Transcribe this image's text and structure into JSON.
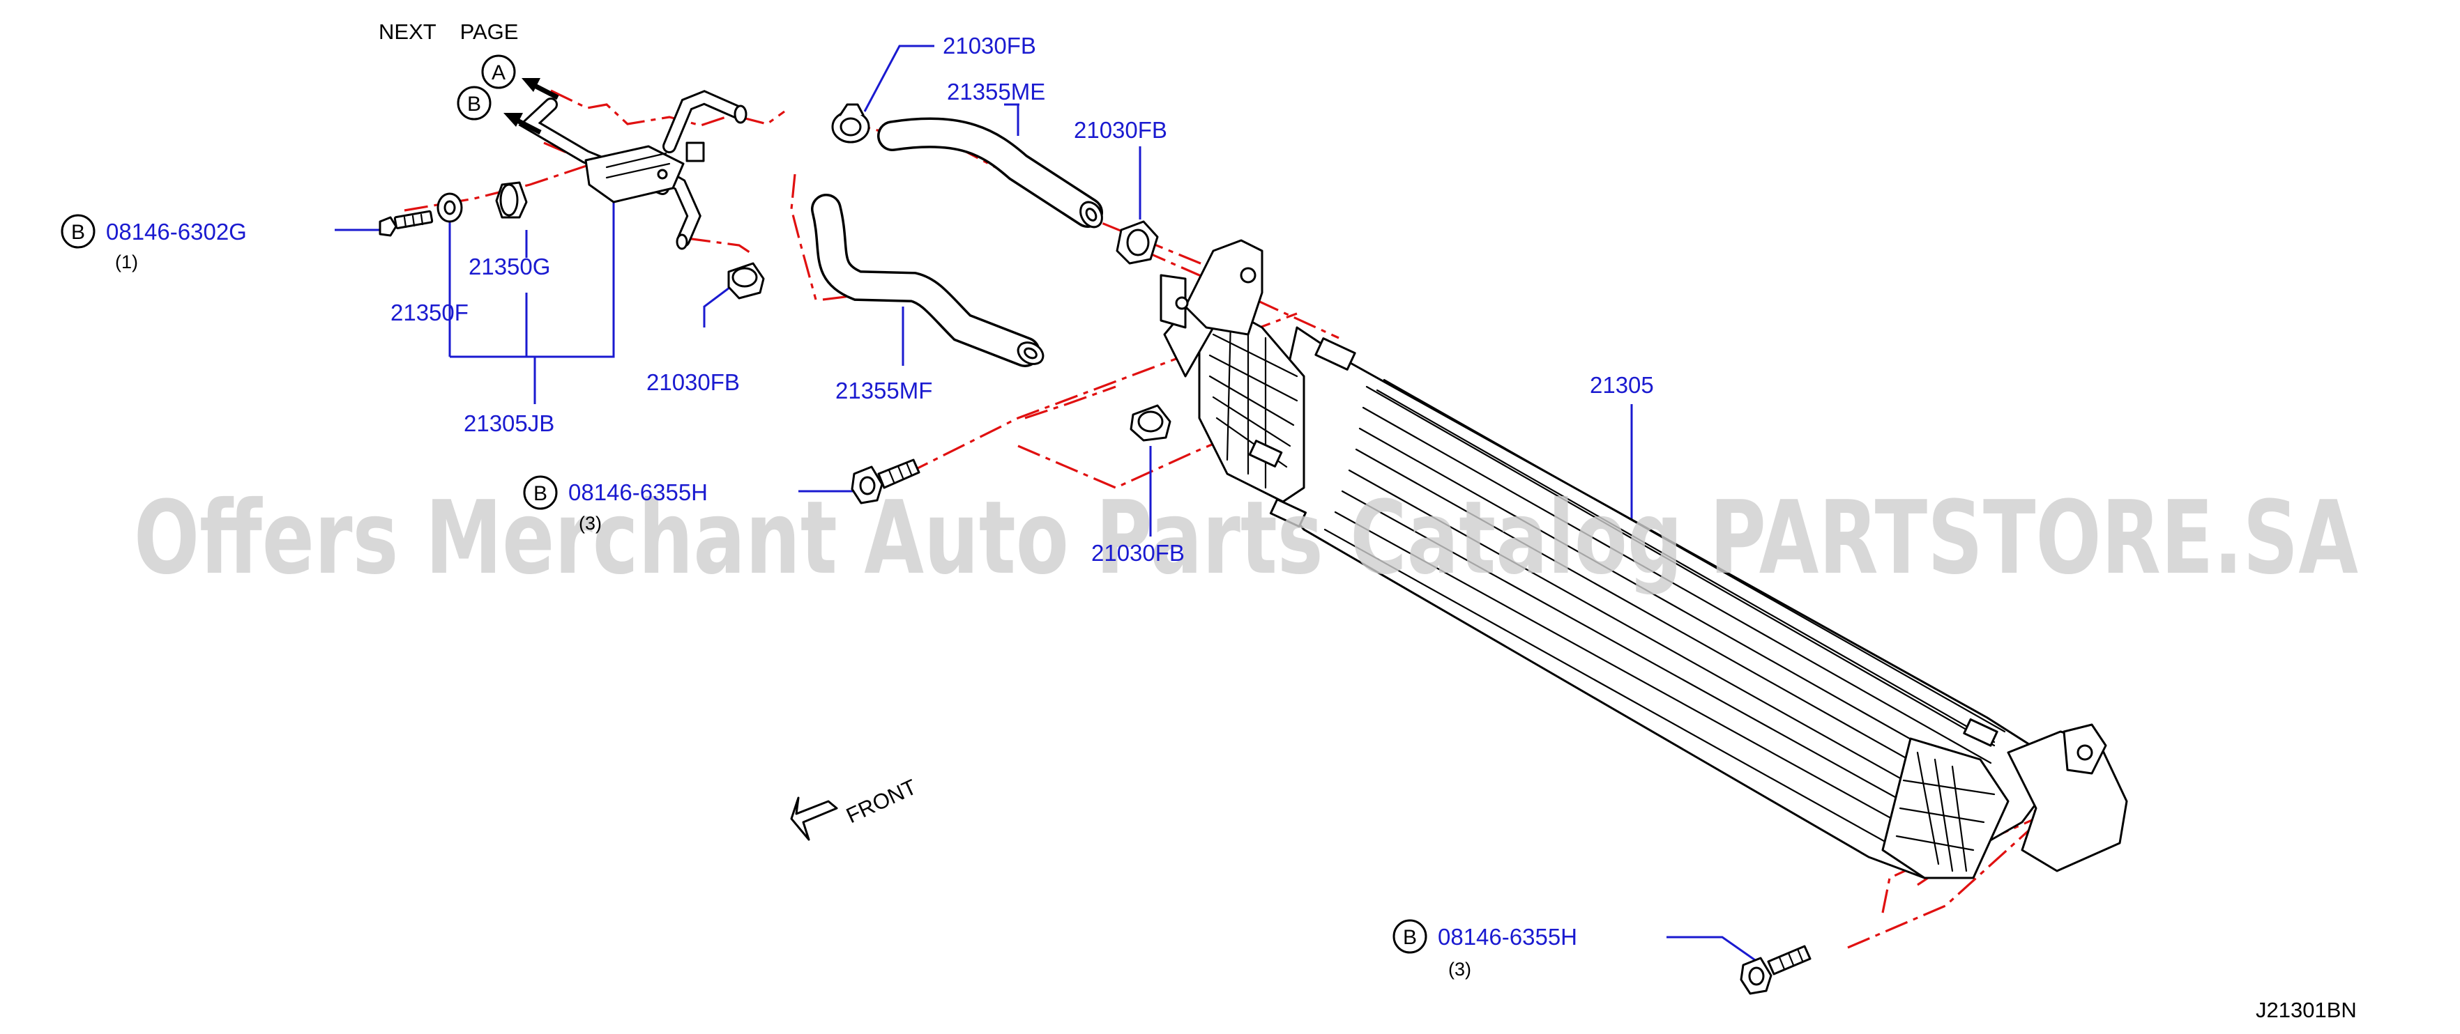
{
  "header": {
    "next_page": "NEXT    PAGE"
  },
  "refs": {
    "a": "A",
    "b": "B"
  },
  "callouts": {
    "clip_top": "21030FB",
    "hose_me": "21355ME",
    "clip_me_end": "21030FB",
    "bolt_left": "08146-6302G",
    "bolt_left_qty": "(1)",
    "grommet": "21350G",
    "washer": "21350F",
    "bracket": "21305JB",
    "clip_lower": "21030FB",
    "hose_mf": "21355MF",
    "cooler": "21305",
    "bolt_mid": "08146-6355H",
    "bolt_mid_qty": "(3)",
    "clip_bottom": "21030FB",
    "bolt_bottom": "08146-6355H",
    "bolt_bottom_qty": "(3)"
  },
  "front_label": "FRONT",
  "diagram_code": "J21301BN",
  "watermark": "Offers Merchant Auto Parts Catalog PARTSTORE.SA",
  "colors": {
    "callout": "#1a1ad0",
    "centerline": "#e01010",
    "watermark": "#cfcfcf"
  }
}
